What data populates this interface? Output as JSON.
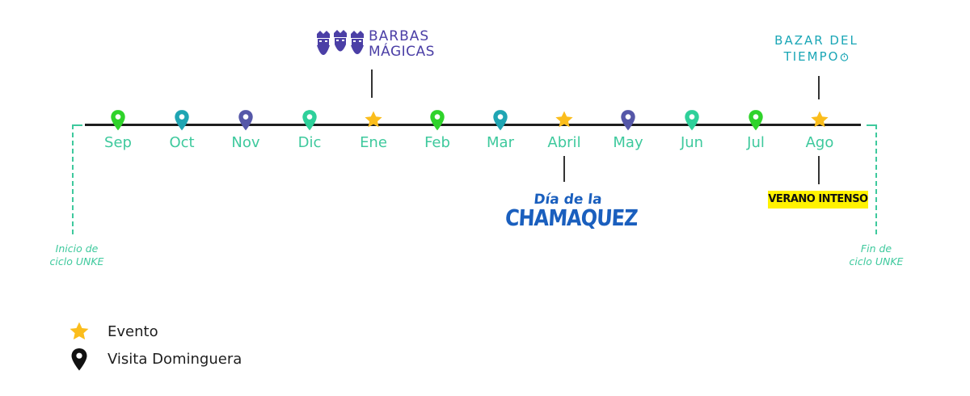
{
  "months": [
    {
      "label": "Sep",
      "marker": "pin",
      "color": "#2fd32a"
    },
    {
      "label": "Oct",
      "marker": "pin",
      "color": "#1fa5b3"
    },
    {
      "label": "Nov",
      "marker": "pin",
      "color": "#5557a8"
    },
    {
      "label": "Dic",
      "marker": "pin",
      "color": "#2ed09a"
    },
    {
      "label": "Ene",
      "marker": "star",
      "color": "#fbbd1c"
    },
    {
      "label": "Feb",
      "marker": "pin",
      "color": "#2fd32a"
    },
    {
      "label": "Mar",
      "marker": "pin",
      "color": "#1fa5b3"
    },
    {
      "label": "Abril",
      "marker": "star",
      "color": "#fbbd1c"
    },
    {
      "label": "May",
      "marker": "pin",
      "color": "#5557a8"
    },
    {
      "label": "Jun",
      "marker": "pin",
      "color": "#2ed09a"
    },
    {
      "label": "Jul",
      "marker": "pin",
      "color": "#2fd32a"
    },
    {
      "label": "Ago",
      "marker": "star",
      "color": "#fbbd1c"
    }
  ],
  "events": {
    "barbas": {
      "line1": "BARBAS",
      "line2": "MÁGICAS",
      "color": "#4b3fa6"
    },
    "bazar": {
      "line1": "BAZAR DEL",
      "line2": "TIEMPO",
      "color": "#1aa6b6"
    },
    "chamaquez": {
      "line1": "Día de la",
      "line2": "CHAMAQUEZ",
      "color": "#1a5fbe"
    },
    "verano": {
      "text": "VERANO INTENSO",
      "bg": "#fff200"
    }
  },
  "cycle": {
    "start": {
      "line1": "Inicio de",
      "line2": "ciclo UNKE"
    },
    "end": {
      "line1": "Fin de",
      "line2": "ciclo UNKE"
    }
  },
  "legend": {
    "event": {
      "label": "Evento",
      "icon": "star-icon",
      "color": "#fbbd1c"
    },
    "visit": {
      "label": "Visita Dominguera",
      "icon": "map-pin-icon",
      "color": "#111111"
    }
  }
}
